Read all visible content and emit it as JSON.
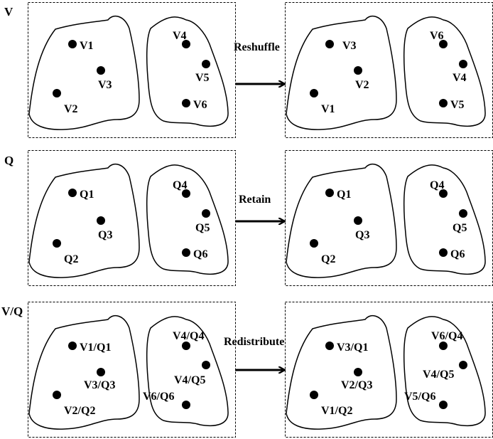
{
  "rows": [
    {
      "label": "V",
      "operation": "Reshuffle",
      "left": {
        "points": [
          "V1",
          "V3",
          "V2",
          "V4",
          "V5",
          "V6"
        ]
      },
      "right": {
        "points": [
          "V3",
          "V2",
          "V1",
          "V6",
          "V4",
          "V5"
        ]
      }
    },
    {
      "label": "Q",
      "operation": "Retain",
      "left": {
        "points": [
          "Q1",
          "Q3",
          "Q2",
          "Q4",
          "Q5",
          "Q6"
        ]
      },
      "right": {
        "points": [
          "Q1",
          "Q3",
          "Q2",
          "Q4",
          "Q5",
          "Q6"
        ]
      }
    },
    {
      "label": "V/Q",
      "operation": "Redistribute",
      "left": {
        "points": [
          "V1/Q1",
          "V3/Q3",
          "V2/Q2",
          "V4/Q4",
          "V4/Q5",
          "V6/Q6"
        ]
      },
      "right": {
        "points": [
          "V3/Q1",
          "V2/Q3",
          "V1/Q2",
          "V6/Q4",
          "V4/Q5",
          "V5/Q6"
        ]
      }
    }
  ]
}
